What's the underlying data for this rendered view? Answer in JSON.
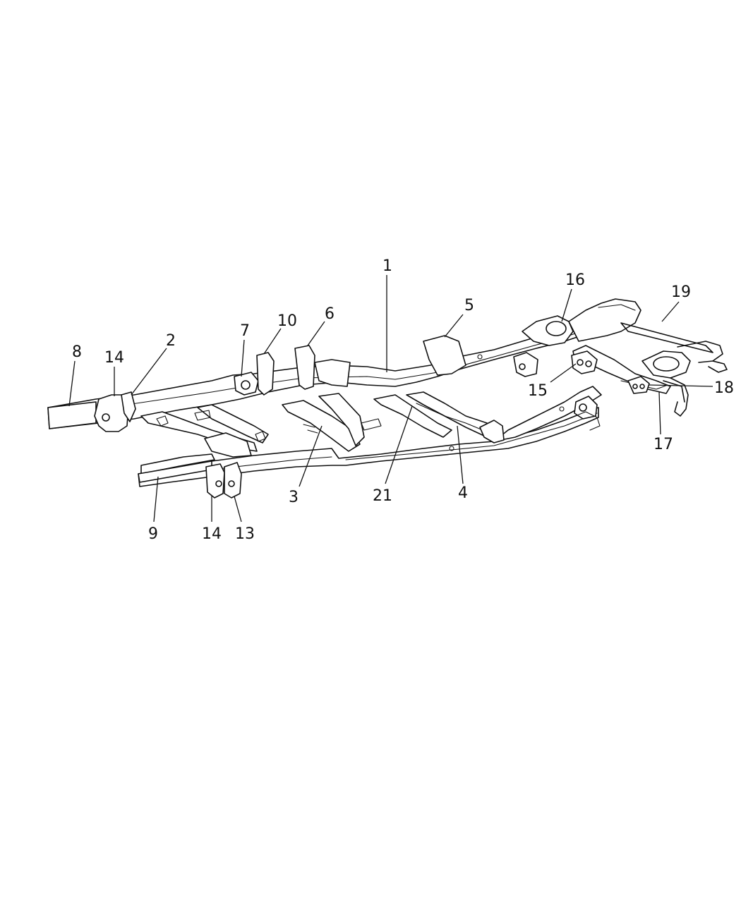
{
  "callouts": [
    {
      "id": "c1",
      "label": "1"
    },
    {
      "id": "c2",
      "label": "2"
    },
    {
      "id": "c3",
      "label": "3"
    },
    {
      "id": "c4",
      "label": "4"
    },
    {
      "id": "c5",
      "label": "5"
    },
    {
      "id": "c6",
      "label": "6"
    },
    {
      "id": "c7",
      "label": "7"
    },
    {
      "id": "c8",
      "label": "8"
    },
    {
      "id": "c9",
      "label": "9"
    },
    {
      "id": "c10",
      "label": "10"
    },
    {
      "id": "c13",
      "label": "13"
    },
    {
      "id": "c14a",
      "label": "14"
    },
    {
      "id": "c14b",
      "label": "14"
    },
    {
      "id": "c15",
      "label": "15"
    },
    {
      "id": "c16",
      "label": "16"
    },
    {
      "id": "c17",
      "label": "17"
    },
    {
      "id": "c18",
      "label": "18"
    },
    {
      "id": "c19",
      "label": "19"
    },
    {
      "id": "c21",
      "label": "21"
    }
  ],
  "colors": {
    "line": "#111111",
    "background": "#ffffff"
  }
}
